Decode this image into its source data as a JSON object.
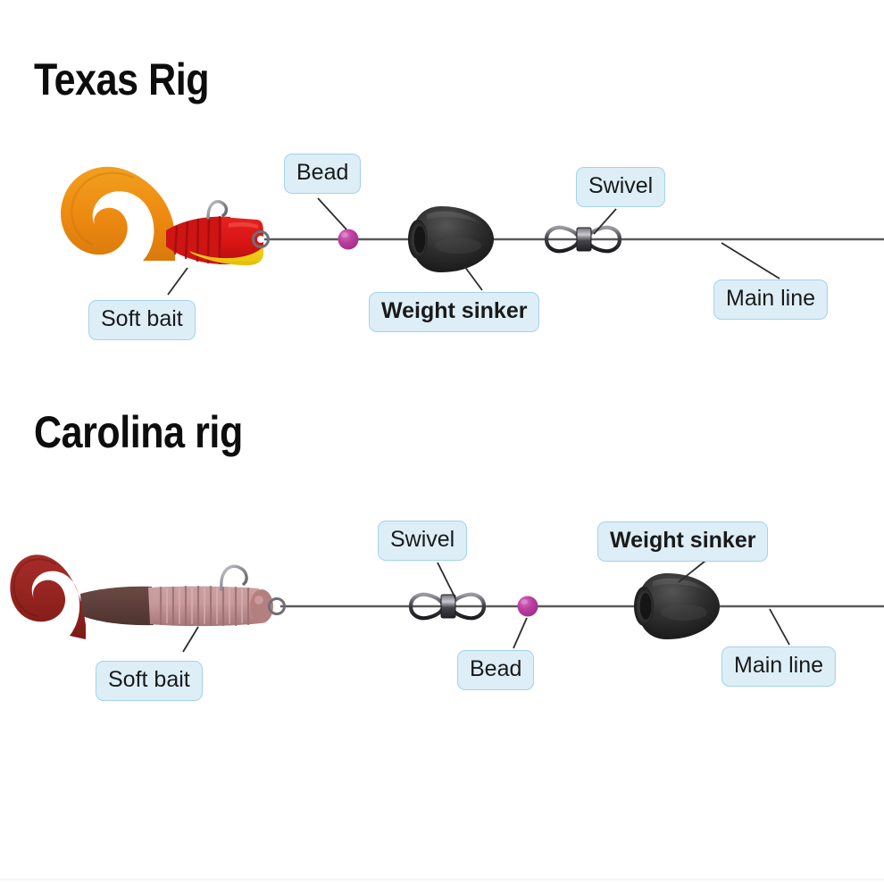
{
  "page": {
    "background": "#ffffff",
    "accent_label_fill": "#ddeef7",
    "accent_label_border": "#a2d3ea",
    "line_color": "#555555",
    "bead_color": "#bb3f9f",
    "sinker_color": "#262626"
  },
  "diagrams": [
    {
      "id": "texas",
      "title": "Texas Rig",
      "labels": [
        {
          "name": "soft-bait",
          "text": "Soft bait",
          "bold": false
        },
        {
          "name": "bead",
          "text": "Bead",
          "bold": false
        },
        {
          "name": "weight-sinker",
          "text": "Weight sinker",
          "bold": true
        },
        {
          "name": "swivel",
          "text": "Swivel",
          "bold": false
        },
        {
          "name": "main-line",
          "text": "Main line",
          "bold": false
        }
      ],
      "components": [
        "soft-bait-lure",
        "hook",
        "bead",
        "weight-sinker",
        "swivel",
        "main-line"
      ]
    },
    {
      "id": "carolina",
      "title": "Carolina rig",
      "labels": [
        {
          "name": "soft-bait",
          "text": "Soft bait",
          "bold": false
        },
        {
          "name": "swivel",
          "text": "Swivel",
          "bold": false
        },
        {
          "name": "bead",
          "text": "Bead",
          "bold": false
        },
        {
          "name": "weight-sinker",
          "text": "Weight sinker",
          "bold": true
        },
        {
          "name": "main-line",
          "text": "Main line",
          "bold": false
        }
      ],
      "components": [
        "soft-bait-worm",
        "hook",
        "swivel",
        "bead",
        "weight-sinker",
        "main-line"
      ]
    }
  ],
  "texas_labels": {
    "soft_bait": "Soft bait",
    "bead": "Bead",
    "weight_sinker": "Weight sinker",
    "swivel": "Swivel",
    "main_line": "Main line"
  },
  "carolina_labels": {
    "soft_bait": "Soft bait",
    "swivel": "Swivel",
    "bead": "Bead",
    "weight_sinker": "Weight sinker",
    "main_line": "Main line"
  },
  "titles": {
    "texas": "Texas Rig",
    "carolina": "Carolina rig"
  }
}
